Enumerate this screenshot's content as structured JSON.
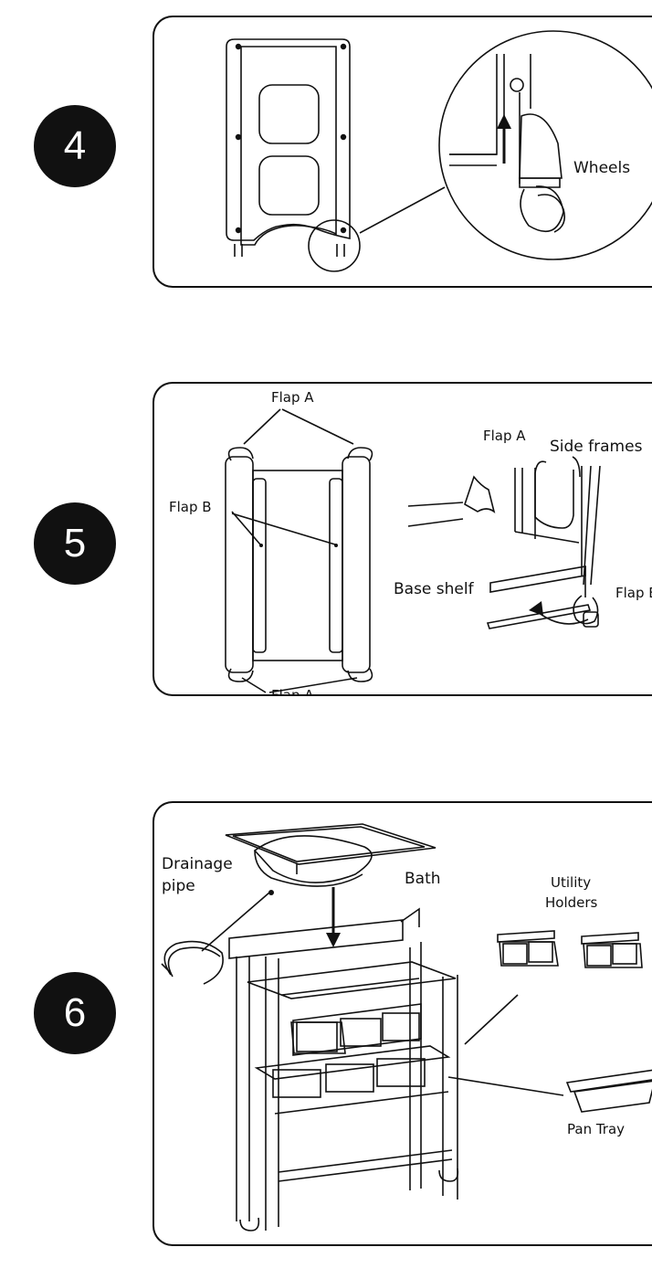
{
  "steps": [
    {
      "number": "4",
      "labels": {
        "wheels": "Wheels"
      }
    },
    {
      "number": "5",
      "labels": {
        "flap_a_top": "Flap A",
        "flap_b": "Flap B",
        "flap_a_bottom": "Flap A",
        "flap_a_detail": "Flap A",
        "side_frames": "Side frames",
        "base_shelf": "Base shelf",
        "flap_b_detail": "Flap B"
      }
    },
    {
      "number": "6",
      "labels": {
        "drainage_pipe_line1": "Drainage",
        "drainage_pipe_line2": "pipe",
        "bath": "Bath",
        "utility_holders_line1": "Utility",
        "utility_holders_line2": "Holders",
        "pan_tray": "Pan Tray"
      }
    }
  ]
}
